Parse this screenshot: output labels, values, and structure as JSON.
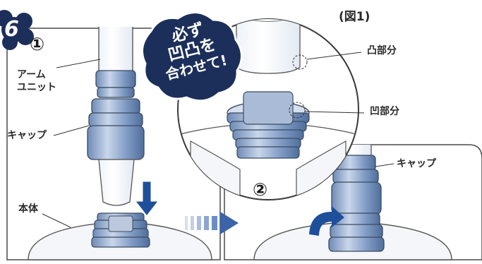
{
  "step_number": "6",
  "badge": {
    "line1": "必ず",
    "line2": "凹凸を",
    "line3": "合わせて!"
  },
  "panel1": {
    "marker": "①",
    "arm_unit": "アーム\nユニット",
    "cap": "キャップ",
    "body": "本体"
  },
  "zoom": {
    "caption": "(図1)",
    "convex": "凸部分",
    "concave": "凹部分"
  },
  "panel2": {
    "marker": "②",
    "cap": "キャップ"
  },
  "colors": {
    "line": "#2b3a4a",
    "blue_dark": "#4a6a9a",
    "blue_mid": "#8aa5c9",
    "blue_light": "#c5d3e8",
    "navy": "#1c2f5a",
    "arrow": "#1e4f9a",
    "bg_box": "#ffffff"
  }
}
